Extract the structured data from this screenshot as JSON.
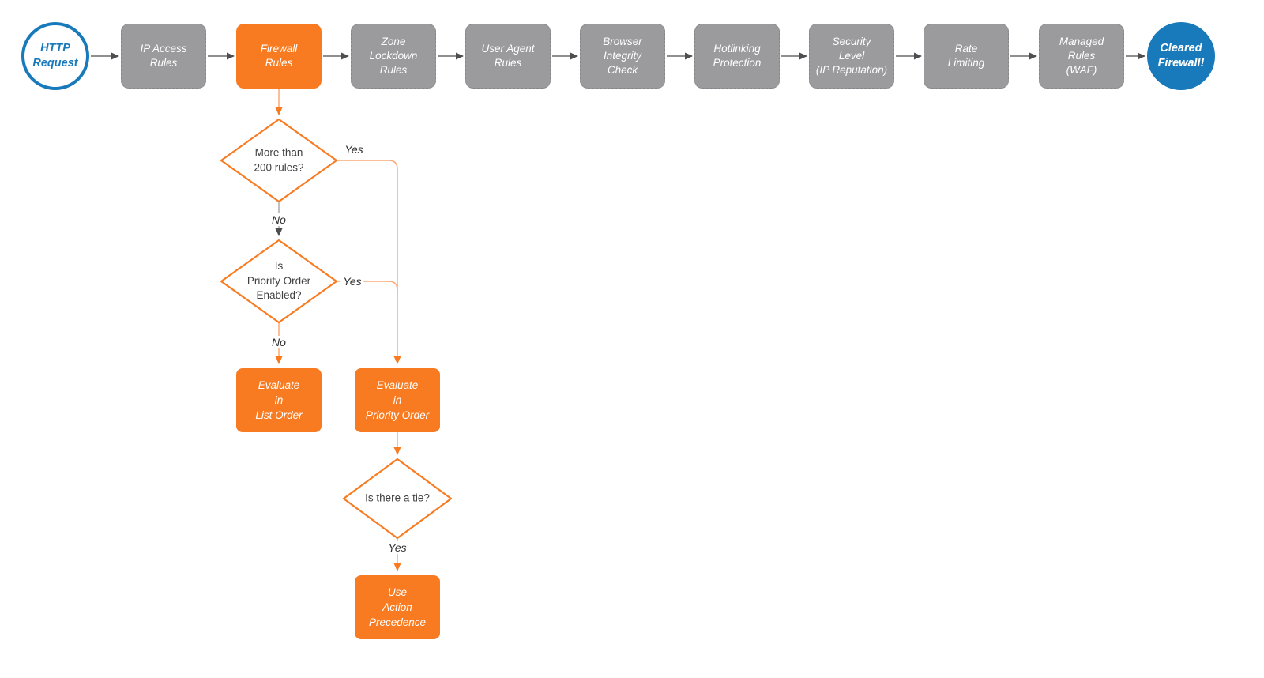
{
  "diagram": {
    "kind": "flowchart",
    "colors": {
      "accent_orange": "#F87B21",
      "step_gray": "#9B9B9D",
      "terminal_blue": "#1879BB",
      "connector_gray": "#6a6a6a",
      "connector_orange_light": "#F9A877"
    },
    "pipeline": {
      "start": "HTTP\nRequest",
      "steps": [
        "IP Access\nRules",
        "Firewall\nRules",
        "Zone\nLockdown\nRules",
        "User Agent\nRules",
        "Browser\nIntegrity\nCheck",
        "Hotlinking\nProtection",
        "Security\nLevel\n(IP Reputation)",
        "Rate\nLimiting",
        "Managed\nRules\n(WAF)"
      ],
      "end": "Cleared\nFirewall!"
    },
    "decisions": {
      "more_than_200": {
        "question": "More than\n200 rules?",
        "yes": "Yes",
        "no": "No"
      },
      "priority_enabled": {
        "question": "Is\nPriority Order\nEnabled?",
        "yes": "Yes",
        "no": "No"
      },
      "tie": {
        "question": "Is there a tie?",
        "yes": "Yes"
      }
    },
    "actions": {
      "list_order": "Evaluate\nin\nList Order",
      "priority_order": "Evaluate\nin\nPriority Order",
      "action_precedence": "Use\nAction\nPrecedence"
    }
  }
}
